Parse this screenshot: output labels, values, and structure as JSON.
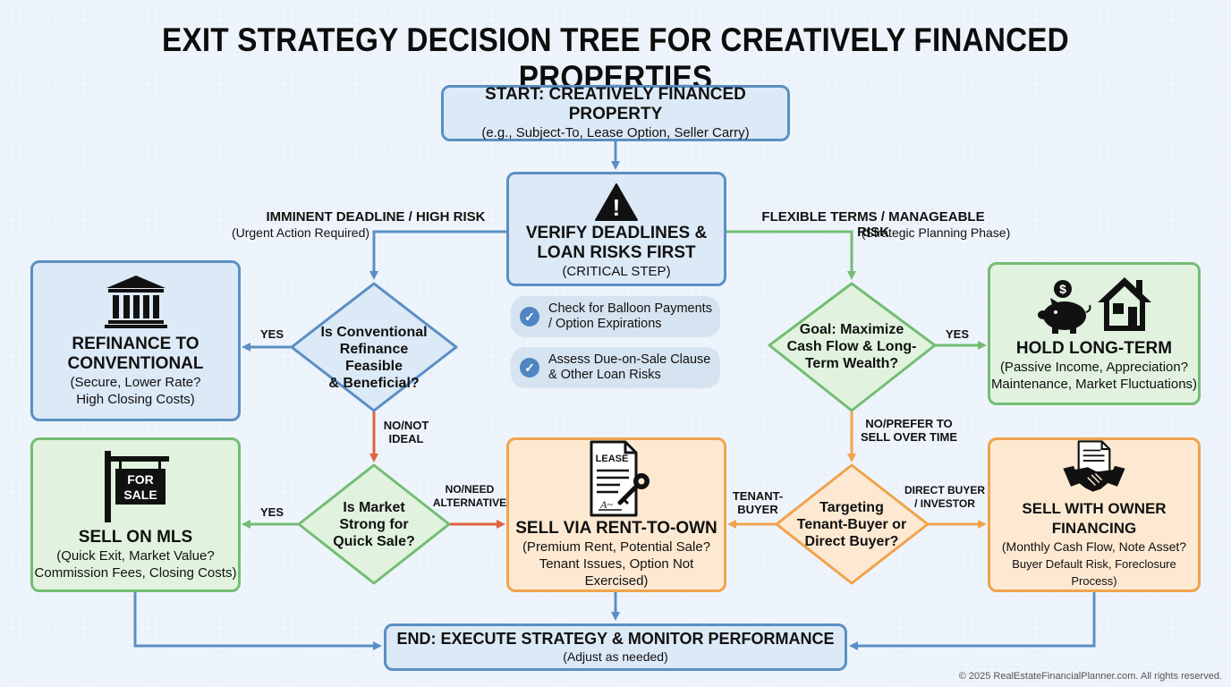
{
  "title": "EXIT STRATEGY DECISION TREE FOR CREATIVELY FINANCED PROPERTIES",
  "start": {
    "title": "START: CREATIVELY FINANCED PROPERTY",
    "sub": "(e.g., Subject-To, Lease Option, Seller Carry)"
  },
  "verify": {
    "line1": "VERIFY DEADLINES &",
    "line2": "LOAN RISKS FIRST",
    "sub": "(CRITICAL STEP)"
  },
  "checks": [
    {
      "line1": "Check for Balloon Payments",
      "line2": "/ Option Expirations"
    },
    {
      "line1": "Assess Due-on-Sale Clause",
      "line2": "& Other Loan Risks"
    }
  ],
  "branch_left": {
    "label": "IMMINENT DEADLINE / HIGH RISK",
    "note": "(Urgent Action Required)"
  },
  "branch_right": {
    "label": "FLEXIBLE TERMS / MANAGEABLE RISK",
    "note": "(Strategic Planning Phase)"
  },
  "diamonds": {
    "refi": {
      "line1": "Is Conventional",
      "line2": "Refinance Feasible",
      "line3": "& Beneficial?"
    },
    "market": {
      "line1": "Is Market",
      "line2": "Strong for",
      "line3": "Quick Sale?"
    },
    "goal": {
      "line1": "Goal: Maximize",
      "line2": "Cash Flow & Long-",
      "line3": "Term Wealth?"
    },
    "target": {
      "line1": "Targeting",
      "line2": "Tenant-Buyer or",
      "line3": "Direct Buyer?"
    }
  },
  "edge_labels": {
    "refi_yes": "YES",
    "refi_no_1": "NO/NOT",
    "refi_no_2": "IDEAL",
    "market_yes": "YES",
    "market_no_1": "NO/NEED",
    "market_no_2": "ALTERNATIVE",
    "goal_yes": "YES",
    "goal_no_1": "NO/PREFER TO",
    "goal_no_2": "SELL OVER TIME",
    "tenant_1": "TENANT-",
    "tenant_2": "BUYER",
    "direct_1": "DIRECT BUYER",
    "direct_2": "/ INVESTOR"
  },
  "boxes": {
    "refinance": {
      "title1": "REFINANCE TO",
      "title2": "CONVENTIONAL",
      "sub1": "(Secure, Lower Rate?",
      "sub2": "High Closing Costs)"
    },
    "mls": {
      "title1": "SELL ON MLS",
      "sub1": "(Quick Exit, Market Value?",
      "sub2": "Commission Fees, Closing Costs)",
      "sign_text1": "FOR",
      "sign_text2": "SALE"
    },
    "rto": {
      "title1": "SELL VIA RENT-TO-OWN",
      "sub1": "(Premium Rent, Potential Sale?",
      "sub2": "Tenant Issues, Option Not Exercised)",
      "doc_text": "LEASE",
      "sig_text": "A~"
    },
    "hold": {
      "title1": "HOLD LONG-TERM",
      "sub1": "(Passive Income, Appreciation?",
      "sub2": "Maintenance, Market Fluctuations)",
      "coin_text": "$"
    },
    "owner": {
      "title1": "SELL WITH OWNER FINANCING",
      "sub1": "(Monthly Cash Flow, Note Asset?",
      "sub2": "Buyer Default Risk, Foreclosure Process)"
    }
  },
  "end": {
    "title": "END: EXECUTE STRATEGY & MONITOR PERFORMANCE",
    "sub": "(Adjust as needed)"
  },
  "warning_glyph": "!",
  "check_glyph": "✓",
  "copyright": "© 2025 RealEstateFinancialPlanner.com. All rights reserved.",
  "colors": {
    "blue": "#5b8fc4",
    "green": "#73bd74",
    "orange": "#f1a34c",
    "red": "#e0623f"
  }
}
